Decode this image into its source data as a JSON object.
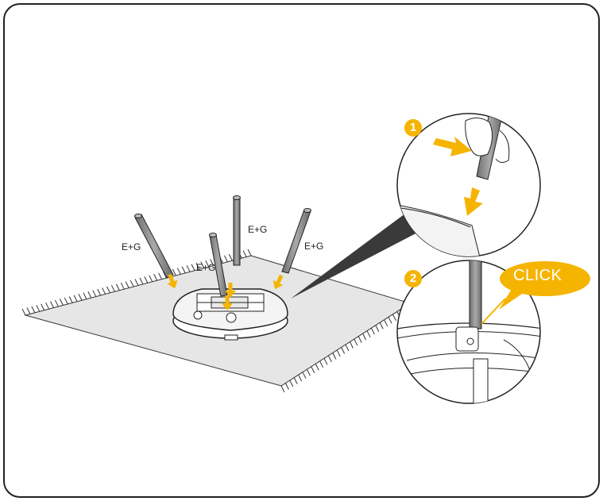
{
  "labels": {
    "pole_1": "E+G",
    "pole_2": "E+G",
    "pole_3": "E+G",
    "pole_4": "E+G"
  },
  "steps": {
    "step_1": "1",
    "step_2": "2"
  },
  "callout": {
    "click_text": "CLICK"
  },
  "colors": {
    "accent": "#f5b400",
    "mat": "#e6e6e6",
    "pole": "#8a8a8a",
    "outline": "#222222"
  }
}
